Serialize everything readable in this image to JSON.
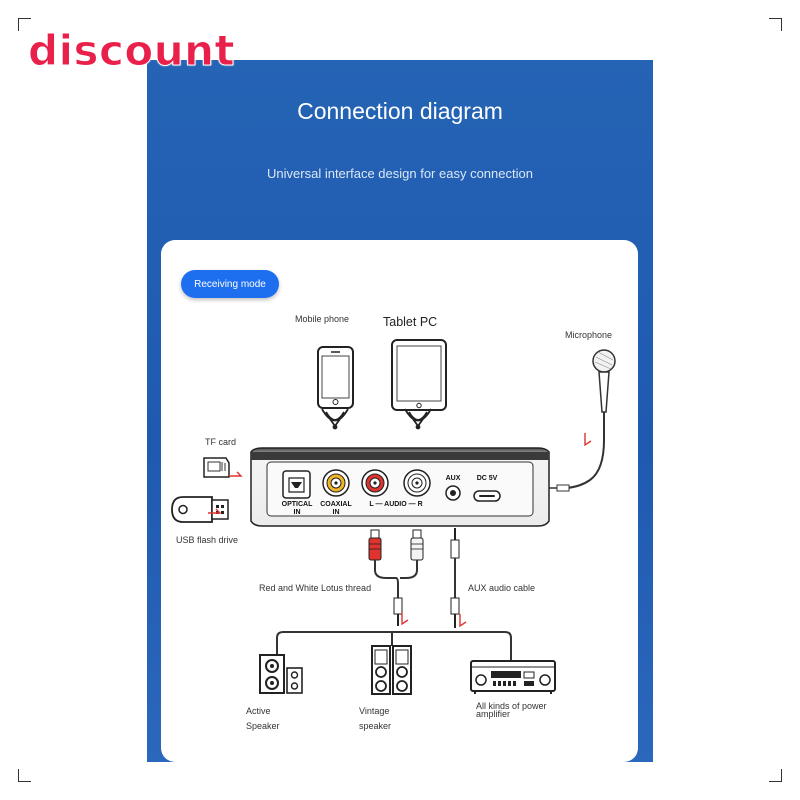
{
  "promo": {
    "badge": "discount"
  },
  "header": {
    "title": "Connection diagram",
    "subtitle": "Universal interface design for easy connection"
  },
  "mode_button": {
    "label": "Receiving mode"
  },
  "sources": {
    "mobile_phone": "Mobile phone",
    "tablet_pc": "Tablet PC",
    "microphone": "Microphone",
    "tf_card": "TF card",
    "usb_flash_drive": "USB flash drive"
  },
  "ports": {
    "optical": "OPTICAL",
    "optical_in": "IN",
    "coaxial": "COAXIAL",
    "coaxial_in": "IN",
    "audio_lr": "L — AUDIO — R",
    "aux": "AUX",
    "dc": "DC 5V"
  },
  "cables": {
    "rca": "Red and White Lotus thread",
    "aux": "AUX audio cable"
  },
  "outputs": {
    "active_1": "Active",
    "active_2": "Speaker",
    "vintage_1": "Vintage",
    "vintage_2": "speaker",
    "amp_1": "All kinds of power",
    "amp_2": "amplifier"
  },
  "colors": {
    "panel_blue": "#2563b5",
    "button_blue": "#1e6ef0",
    "arrow_red": "#e0322e",
    "badge_red": "#e8204a"
  }
}
